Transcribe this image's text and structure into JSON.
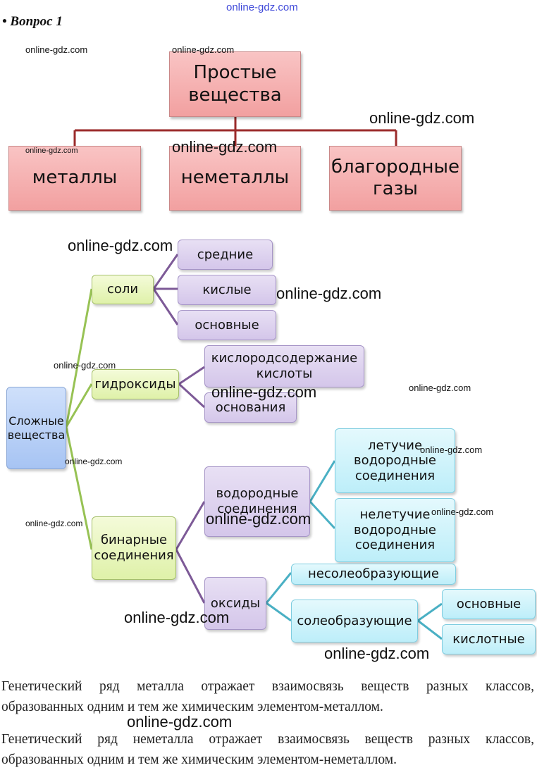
{
  "watermark": "online-gdz.com",
  "question_title": "• Вопрос 1",
  "simple": {
    "root": "Простые вещества",
    "children": [
      "металлы",
      "неметаллы",
      "благородные газы"
    ]
  },
  "complex": {
    "root": "Сложные вещества",
    "salts": {
      "label": "соли",
      "children": [
        "средние",
        "кислые",
        "основные"
      ]
    },
    "hydroxides": {
      "label": "гидроксиды",
      "children": [
        "кислородсодержание кислоты",
        "основания"
      ]
    },
    "binary": {
      "label": "бинарные соединения"
    },
    "hydrogen": {
      "label": "водородные соединения",
      "children": [
        "летучие водородные соединения",
        "нелетучие водородные соединения"
      ]
    },
    "oxides": {
      "label": "оксиды",
      "children": [
        "несолеобразующие",
        "солеобразующие"
      ]
    },
    "salt_forming": {
      "children": [
        "основные",
        "кислотные"
      ]
    }
  },
  "paragraphs": [
    {
      "line1": "Генетический ряд металла отражает взаимосвязь веществ разных классов,",
      "line2": "образованных одним и тем же химическим элементом-металлом."
    },
    {
      "line1": "Генетический ряд неметалла отражает взаимосвязь веществ разных классов,",
      "line2": "образованных одним и тем же химическим элементом-неметаллом."
    }
  ],
  "colors": {
    "connector_simple": "#9b2b2b",
    "connector_green": "#97c254",
    "connector_violet": "#7d5a97",
    "connector_teal": "#4ab0c4"
  }
}
